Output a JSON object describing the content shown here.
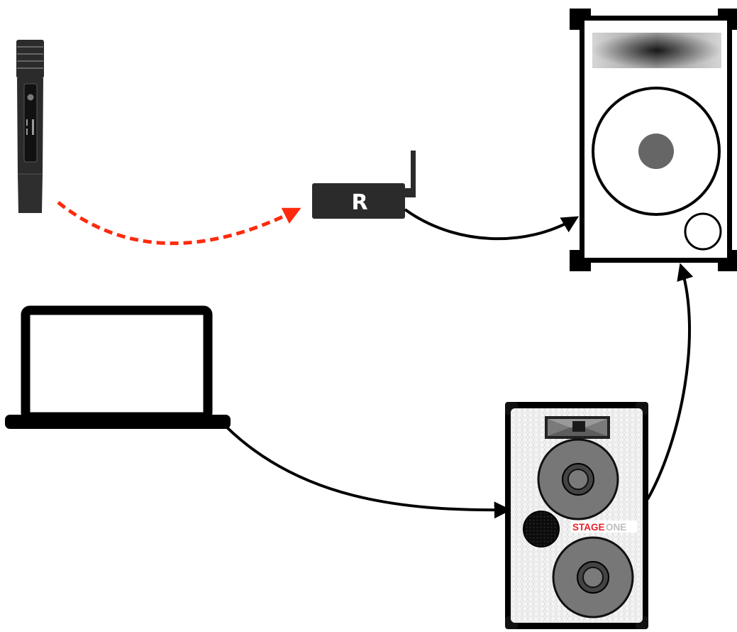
{
  "receiver": {
    "label": "R"
  },
  "stage_speaker": {
    "brand_part1": "STAGE",
    "brand_part2": "ONE"
  },
  "colors": {
    "wireless_link": "#ff2a0d",
    "cable": "#000000",
    "device_dark": "#2b2b2b",
    "brand_red": "#e8202a",
    "brand_gray": "#bdbdbd"
  },
  "icons": [
    "wireless-microphone-icon",
    "wireless-receiver-icon",
    "laptop-icon",
    "monitor-speaker-icon",
    "stage-speaker-icon"
  ]
}
